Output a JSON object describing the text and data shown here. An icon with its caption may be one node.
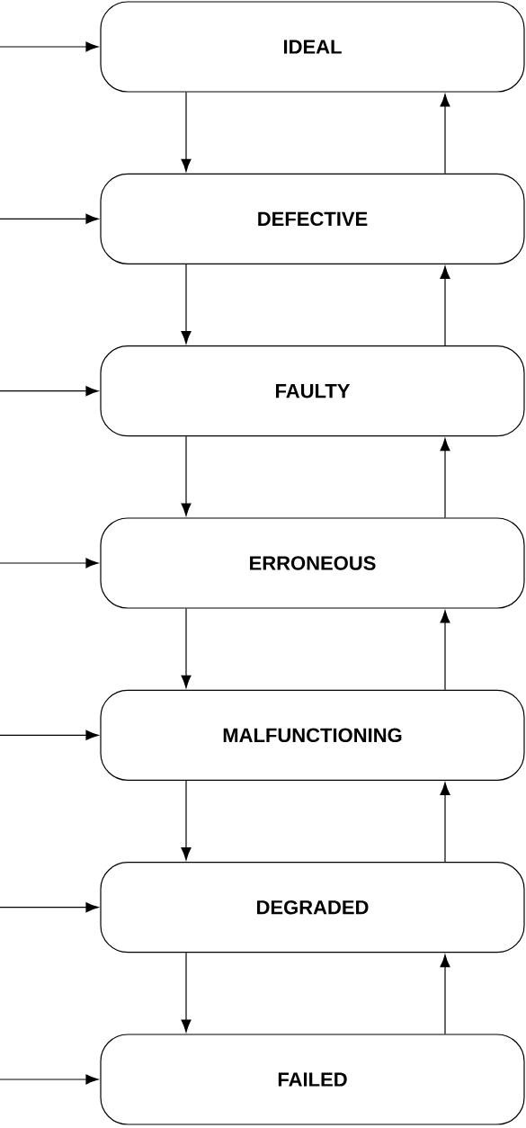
{
  "diagram": {
    "nodes": [
      {
        "text": [
          "IDEAL"
        ]
      },
      {
        "text": [
          "DEFECTIVE"
        ]
      },
      {
        "text": [
          "FAULTY"
        ]
      },
      {
        "text": [
          "ERRONEOUS"
        ]
      },
      {
        "text": [
          "MALFUNCTIONING"
        ]
      },
      {
        "text": [
          "DEGRADED"
        ]
      },
      {
        "text": [
          "FAILED"
        ]
      }
    ],
    "edges": [
      {
        "from": null,
        "to": 0,
        "arrow": "to"
      },
      {
        "from": null,
        "to": 1,
        "arrow": "to"
      },
      {
        "from": null,
        "to": 2,
        "arrow": "to"
      },
      {
        "from": null,
        "to": 3,
        "arrow": "to"
      },
      {
        "from": null,
        "to": 4,
        "arrow": "to"
      },
      {
        "from": null,
        "to": 5,
        "arrow": "to"
      },
      {
        "from": null,
        "to": 6,
        "arrow": "to"
      },
      {
        "from": 0,
        "to": 1,
        "arrow": "to"
      },
      {
        "from": 1,
        "to": 2,
        "arrow": "to"
      },
      {
        "from": 2,
        "to": 3,
        "arrow": "to"
      },
      {
        "from": 3,
        "to": 4,
        "arrow": "to"
      },
      {
        "from": 4,
        "to": 5,
        "arrow": "to"
      },
      {
        "from": 5,
        "to": 6,
        "arrow": "to"
      },
      {
        "from": 1,
        "to": 0,
        "arrow": "to"
      },
      {
        "from": 2,
        "to": 1,
        "arrow": "to"
      },
      {
        "from": 3,
        "to": 2,
        "arrow": "to"
      },
      {
        "from": 4,
        "to": 3,
        "arrow": "to"
      },
      {
        "from": 5,
        "to": 4,
        "arrow": "to"
      },
      {
        "from": 6,
        "to": 5,
        "arrow": "to"
      }
    ]
  }
}
